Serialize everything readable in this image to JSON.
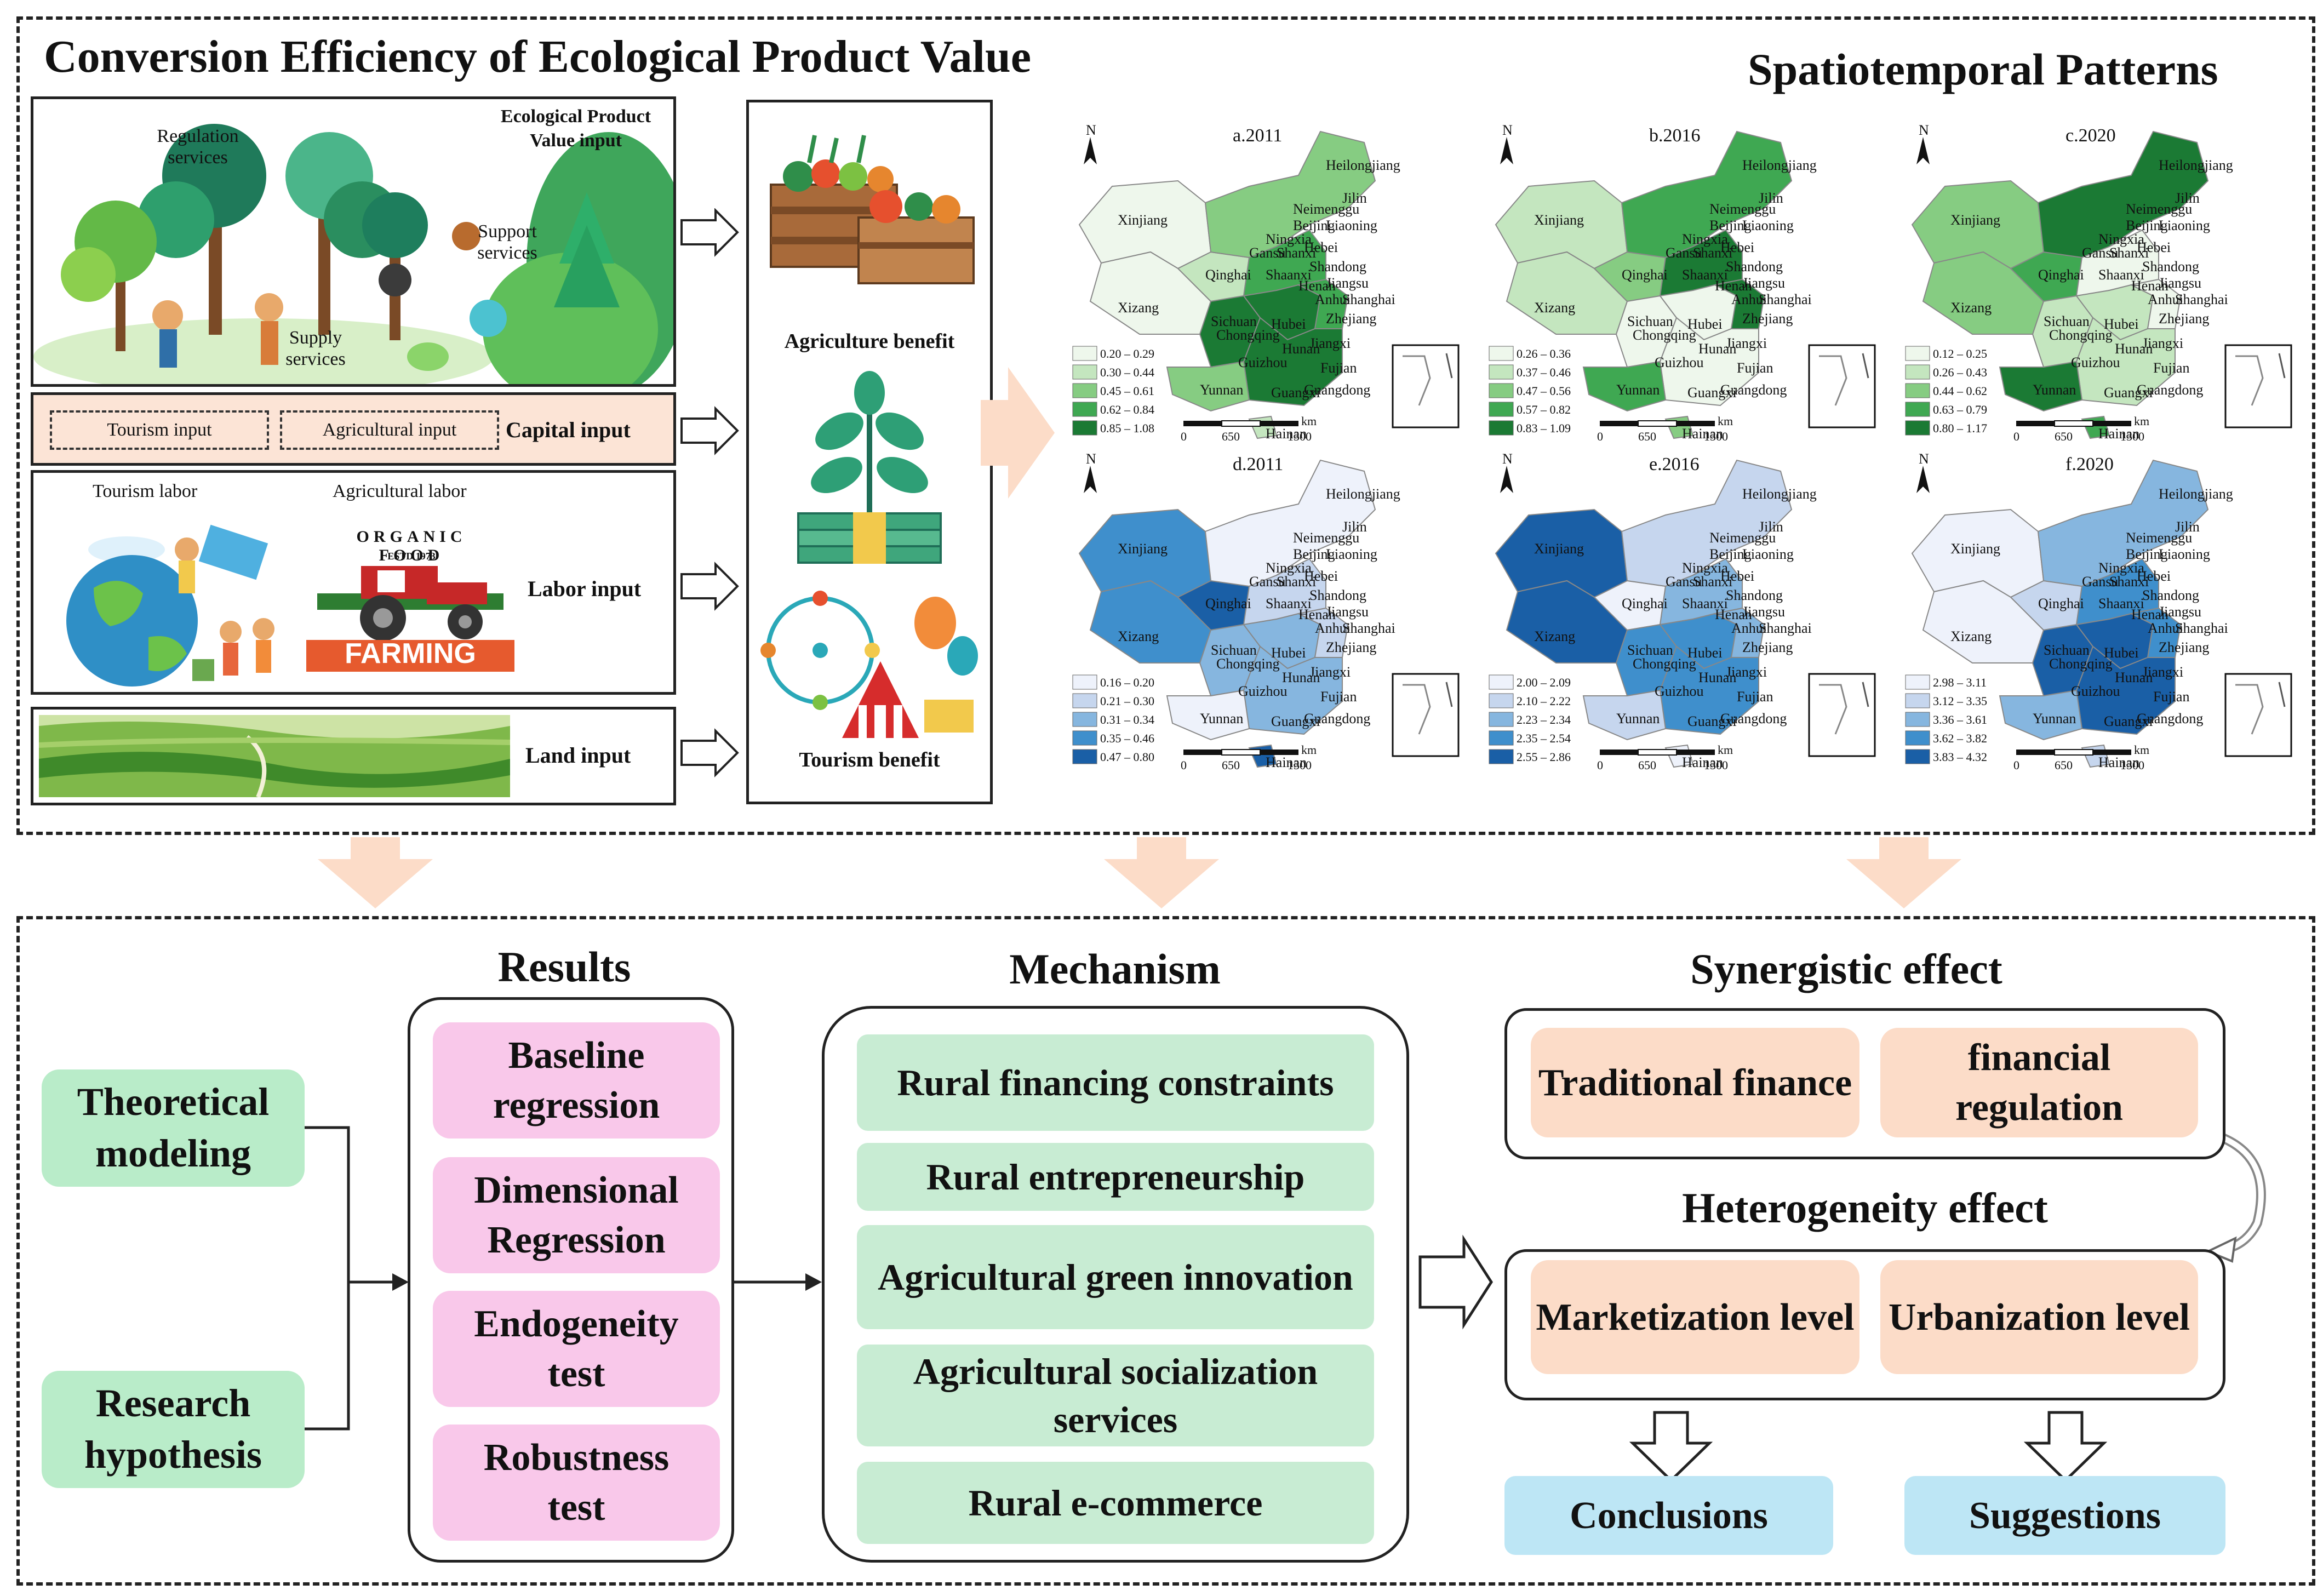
{
  "top_title": "Conversion Efficiency of Ecological Product Value",
  "spatio_title": "Spatiotemporal Patterns",
  "inputs": {
    "eco_product": "Ecological Product Value input",
    "regulation": "Regulation services",
    "support": "Support services",
    "supply": "Supply services",
    "tourism_input": "Tourism input",
    "agricultural_input": "Agricultural input",
    "capital_input": "Capital input",
    "tourism_labor": "Tourism labor",
    "agricultural_labor": "Agricultural labor",
    "labor_input": "Labor input",
    "land_input": "Land input",
    "organic_food": "ORGANIC FOOD",
    "estd": "ESTD 1973",
    "farming": "FARMING"
  },
  "benefits": {
    "agriculture": "Agriculture benefit",
    "tourism": "Tourism benefit"
  },
  "maps": [
    {
      "title": "a.2011",
      "color": "green",
      "legend": [
        "0.20 – 0.29",
        "0.30 – 0.44",
        "0.45 – 0.61",
        "0.62 – 0.84",
        "0.85 – 1.08"
      ]
    },
    {
      "title": "b.2016",
      "color": "green",
      "legend": [
        "0.26 – 0.36",
        "0.37 – 0.46",
        "0.47 – 0.56",
        "0.57 – 0.82",
        "0.83 – 1.09"
      ]
    },
    {
      "title": "c.2020",
      "color": "green",
      "legend": [
        "0.12 – 0.25",
        "0.26 – 0.43",
        "0.44 – 0.62",
        "0.63 – 0.79",
        "0.80 – 1.17"
      ]
    },
    {
      "title": "d.2011",
      "color": "blue",
      "legend": [
        "0.16 – 0.20",
        "0.21 – 0.30",
        "0.31 – 0.34",
        "0.35 – 0.46",
        "0.47 – 0.80"
      ]
    },
    {
      "title": "e.2016",
      "color": "blue",
      "legend": [
        "2.00 – 2.09",
        "2.10 – 2.22",
        "2.23 – 2.34",
        "2.35 – 2.54",
        "2.55 – 2.86"
      ]
    },
    {
      "title": "f.2020",
      "color": "blue",
      "legend": [
        "2.98 – 3.11",
        "3.12 – 3.35",
        "3.36 – 3.61",
        "3.62 – 3.82",
        "3.83 – 4.32"
      ]
    }
  ],
  "map_labels": {
    "north": "N",
    "km": "km",
    "scale": [
      "0",
      "650",
      "1300"
    ],
    "provinces": [
      "Heilongjiang",
      "Jilin",
      "Neimenggu",
      "Liaoning",
      "Beijing",
      "Xinjiang",
      "Ningxia",
      "Gansu",
      "Shanxi",
      "Hebei",
      "Shandong",
      "Qinghai",
      "Shaanxi",
      "Henan",
      "Jiangsu",
      "Anhui",
      "Shanghai",
      "Xizang",
      "Sichuan",
      "Chongqing",
      "Hubei",
      "Zhejiang",
      "Hunan",
      "Jiangxi",
      "Guizhou",
      "Fujian",
      "Yunnan",
      "Guangxi",
      "Guangdong",
      "Hainan"
    ]
  },
  "results": {
    "title": "Results",
    "items": [
      "Baseline regression",
      "Dimensional Regression",
      "Endogeneity test",
      "Robustness test"
    ]
  },
  "left": {
    "theoretical": "Theoretical modeling",
    "hypothesis": "Research hypothesis"
  },
  "mechanism": {
    "title": "Mechanism",
    "items": [
      "Rural financing constraints",
      "Rural entrepreneurship",
      "Agricultural green innovation",
      "Agricultural socialization services",
      "Rural e-commerce"
    ]
  },
  "synergy": {
    "title": "Synergistic effect",
    "items": [
      "Traditional finance",
      "financial regulation"
    ]
  },
  "hetero": {
    "title": "Heterogeneity effect",
    "items": [
      "Marketization level",
      "Urbanization level"
    ]
  },
  "outputs": {
    "conclusions": "Conclusions",
    "suggestions": "Suggestions"
  }
}
